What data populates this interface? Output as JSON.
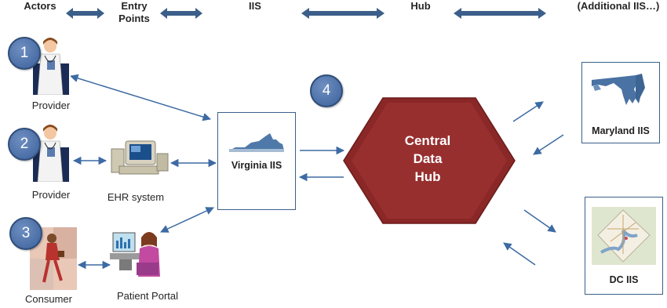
{
  "header": {
    "actors": "Actors",
    "entry_points": "Entry Points",
    "iis": "IIS",
    "hub": "Hub",
    "additional": "(Additional IIS…)"
  },
  "steps": [
    "1",
    "2",
    "3",
    "4"
  ],
  "actors": {
    "provider_1": "Provider",
    "provider_2": "Provider",
    "consumer": "Consumer"
  },
  "entry_points": {
    "ehr": "EHR system",
    "portal": "Patient Portal"
  },
  "iis": {
    "virginia": "Virginia IIS",
    "maryland": "Maryland IIS",
    "dc": "DC IIS"
  },
  "hub": {
    "line1": "Central",
    "line2": "Data",
    "line3": "Hub"
  },
  "colors": {
    "arrow": "#3d6aa3",
    "hub_fill": "#8e2a2a",
    "circle": "#4a6ea6",
    "box_border": "#3b5f8a"
  }
}
